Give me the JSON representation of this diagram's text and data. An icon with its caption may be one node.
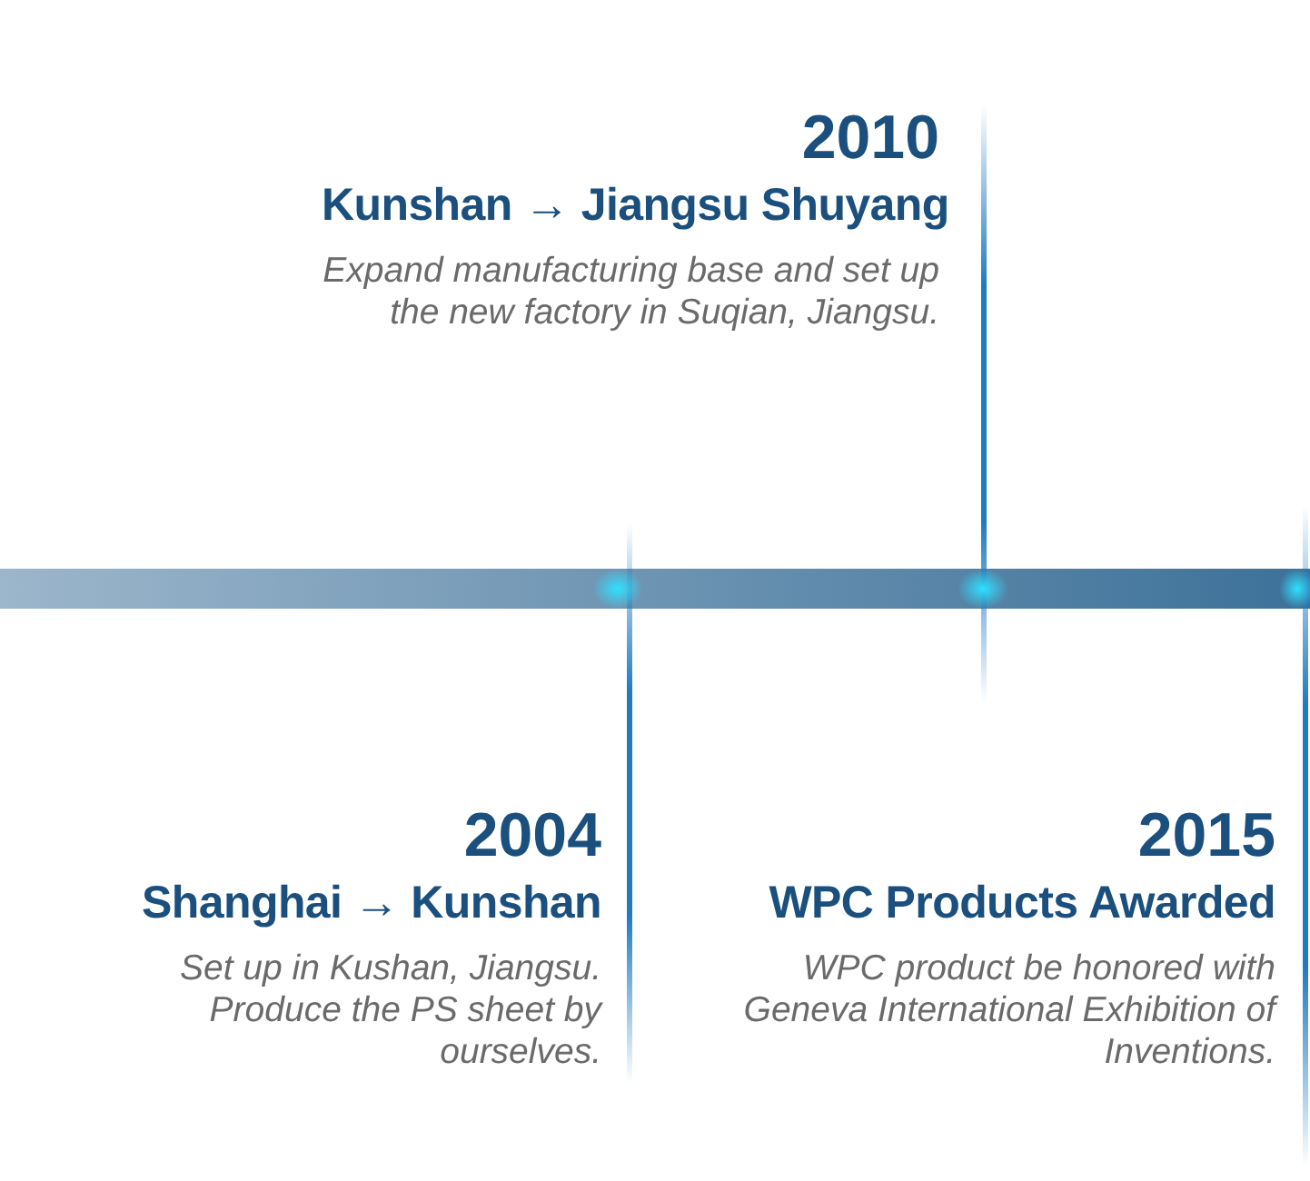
{
  "diagram": {
    "nodes": [
      {
        "text": [
          "2010",
          "Kunshan → Jiangsu Shuyang",
          "Expand manufacturing base and set up the new factory in Suqian, Jiangsu."
        ]
      },
      {
        "text": [
          "2004",
          "Shanghai → Kunshan",
          "Set up in Kushan, Jiangsu. Produce the PS sheet by ourselves."
        ]
      },
      {
        "text": [
          "2015",
          "WPC Products Awarded",
          "WPC product be honored with Geneva International Exhibition of Inventions."
        ]
      }
    ]
  }
}
